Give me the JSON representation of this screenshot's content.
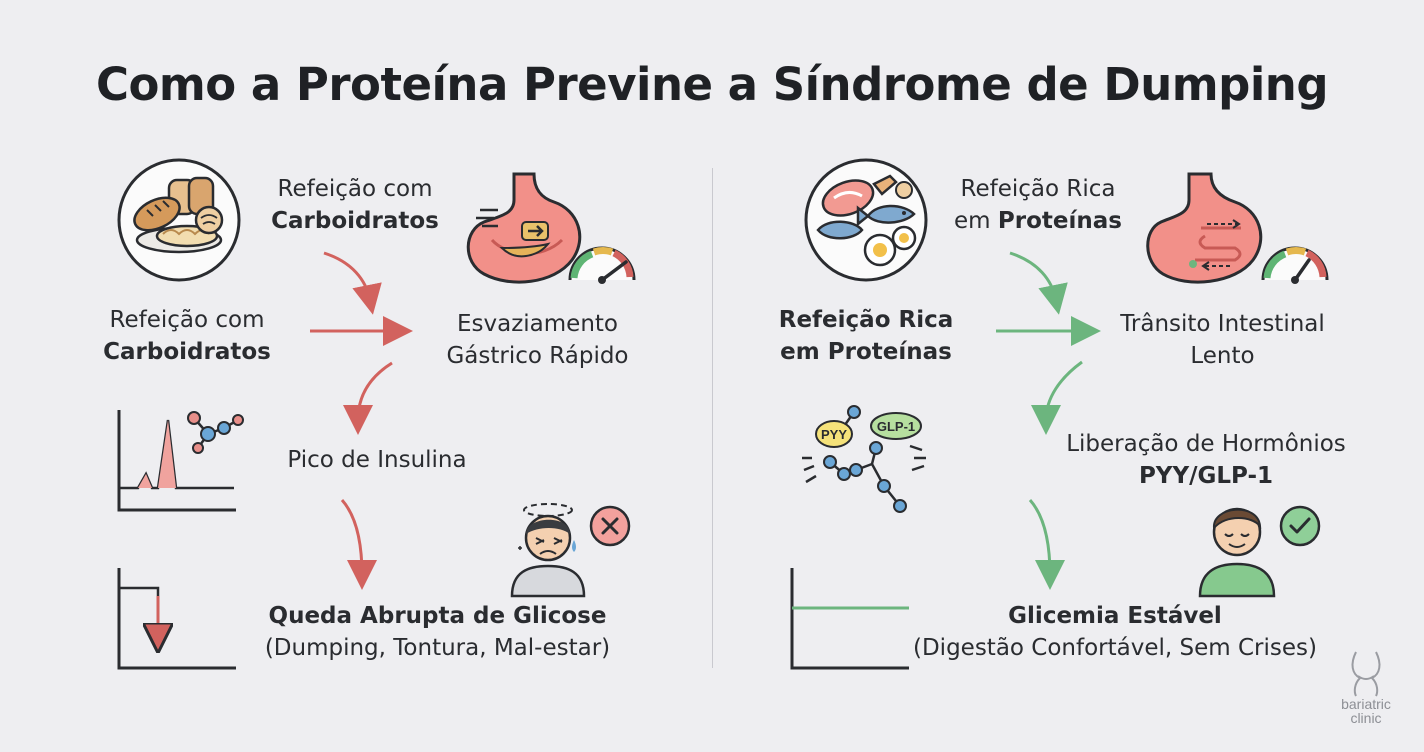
{
  "title": "Como a Proteína Previne a Síndrome de Dumping",
  "left": {
    "meal_caption_line1": "Refeição com",
    "meal_caption_line2": "Carboidratos",
    "meal_line1": "Refeição com",
    "meal_line2": "Carboidratos",
    "emptying_line1": "Esvaziamento",
    "emptying_line2": "Gástrico Rápido",
    "insulin": "Pico de Insulina",
    "drop_title": "Queda Abrupta de Glicose",
    "drop_sub": "(Dumping, Tontura, Mal-estar)"
  },
  "right": {
    "meal_caption_line1": "Refeição Rica",
    "meal_caption_line2_plain": "em ",
    "meal_caption_line2_bold": "Proteínas",
    "meal_line1": "Refeição Rica",
    "meal_line2": "em Proteínas",
    "transit_line1": "Trânsito Intestinal",
    "transit_line2": "Lento",
    "hormones_line1": "Liberação de Hormônios",
    "hormones_line2": "PYY/GLP-1",
    "hormone_badge_1": "PYY",
    "hormone_badge_2": "GLP-1",
    "stable_title": "Glicemia Estável",
    "stable_sub": "(Digestão Confortável, Sem Crises)"
  },
  "logo": {
    "line1": "bariatric",
    "line2": "clinic"
  },
  "colors": {
    "negative": "#d2625e",
    "positive": "#6cb57e",
    "stomach": "#f07a74",
    "background": "#eeeef1"
  }
}
